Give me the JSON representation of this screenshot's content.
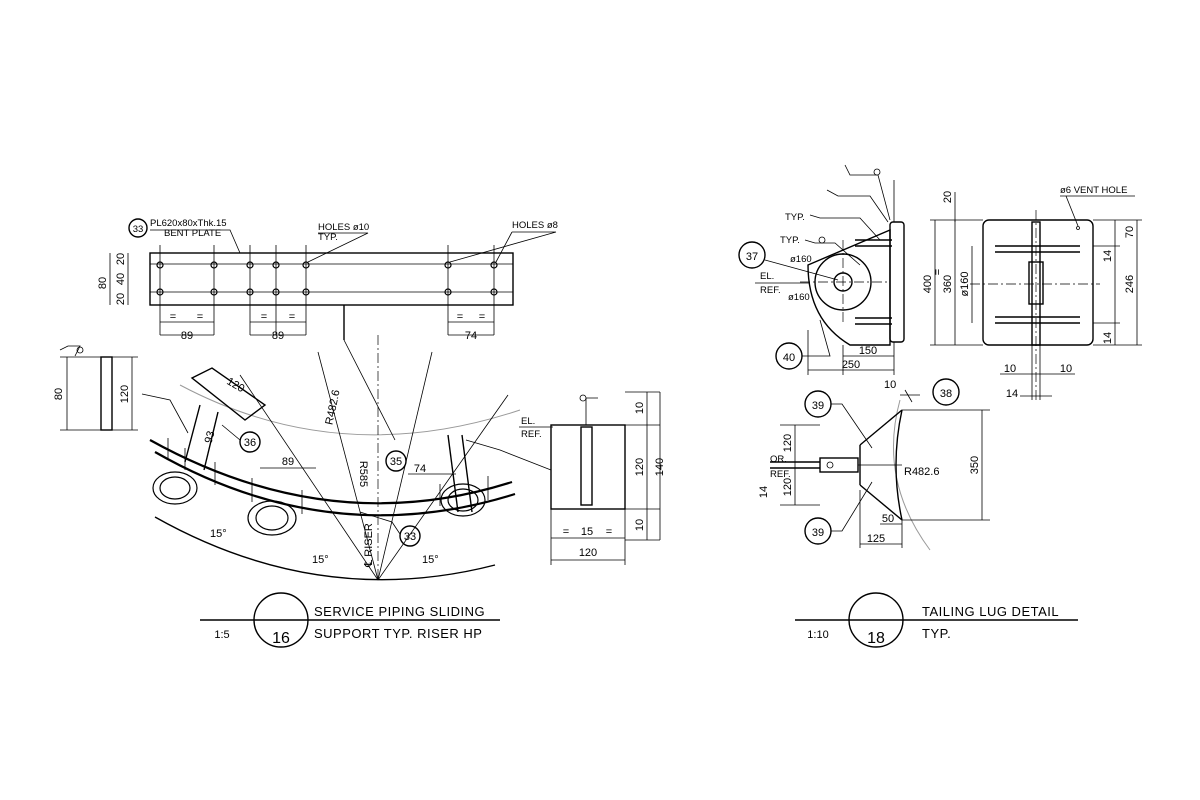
{
  "detail16": {
    "title1": "SERVICE PIPING SLIDING",
    "title2": "SUPPORT TYP. RISER HP",
    "scale": "1:5",
    "number": "16",
    "plate_tag": "33",
    "plate_line1": "PL620x80xThk.15",
    "plate_line2": "BENT PLATE",
    "holes10_line1": "HOLES ø10",
    "holes10_line2": "TYP.",
    "holes8": "HOLES ø8",
    "dim_80": "80",
    "dim_20a": "20",
    "dim_40": "40",
    "dim_20b": "20",
    "dim_89a": "89",
    "dim_89b": "89",
    "dim_74a": "74",
    "eq": "=",
    "dim_120_block": "120",
    "dim_80_block": "80",
    "dim_120_rib": "120",
    "dim_93": "93",
    "tag_36": "36",
    "radius_482": "R482.6",
    "radius_585": "R585",
    "dim_89_arc": "89",
    "dim_74_arc": "74",
    "tag_35": "35",
    "tag_33b": "33",
    "angle1": "15°",
    "angle2": "15°",
    "angle3": "15°",
    "riser": "℄ RISER",
    "el": "EL.",
    "ref": "REF.",
    "sec_10a": "10",
    "sec_120": "120",
    "sec_140": "140",
    "sec_10b": "10",
    "sec_15": "15",
    "sec_120w": "120"
  },
  "detail18": {
    "title1": "TAILING LUG DETAIL",
    "title2": "TYP.",
    "scale": "1:10",
    "number": "18",
    "tag_37": "37",
    "tag_40": "40",
    "tag_38": "38",
    "tag_39a": "39",
    "tag_39b": "39",
    "typ1": "TYP.",
    "typ2": "TYP.",
    "el": "EL.",
    "ref": "REF.",
    "dia160a": "ø160",
    "dia160b": "ø160",
    "dim_150": "150",
    "dim_250": "250",
    "vent": "ø6 VENT HOLE",
    "dim_20": "20",
    "dim_400": "400",
    "dim_360": "360",
    "dia160c": "ø160",
    "eq": "=",
    "dim_70": "70",
    "dim_14a": "14",
    "dim_246": "246",
    "dim_14b": "14",
    "dim_10a": "10",
    "dim_10b": "10",
    "dim_14c": "14",
    "dim_10c": "10",
    "dim_120a": "120",
    "dim_120b": "120",
    "dim_14d": "14",
    "or": "OR.",
    "ref2": "REF.",
    "radius": "R482.6",
    "dim_350": "350",
    "dim_50": "50",
    "dim_125": "125"
  }
}
